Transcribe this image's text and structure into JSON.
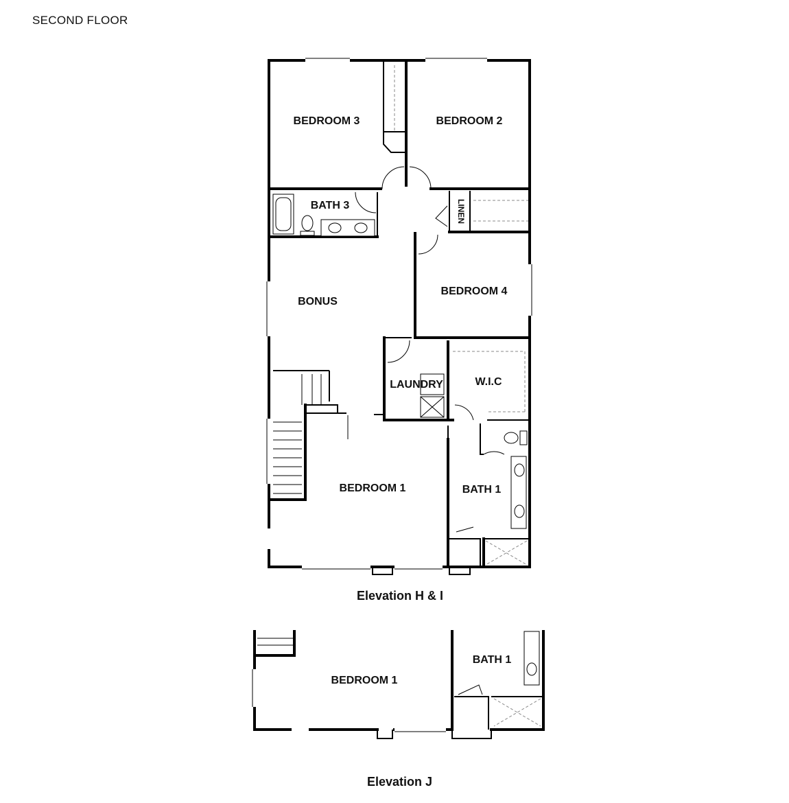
{
  "header": {
    "title": "SECOND FLOOR"
  },
  "plans": [
    {
      "caption": "Elevation H & I",
      "rooms": {
        "bedroom3": "BEDROOM 3",
        "bedroom2": "BEDROOM 2",
        "bath3": "BATH 3",
        "linen": "LINEN",
        "bonus": "BONUS",
        "bedroom4": "BEDROOM 4",
        "laundry": "LAUNDRY",
        "wic": "W.I.C",
        "bedroom1": "BEDROOM 1",
        "bath1": "BATH 1"
      }
    },
    {
      "caption": "Elevation J",
      "rooms": {
        "bedroom1": "BEDROOM 1",
        "bath1": "BATH 1"
      }
    }
  ]
}
